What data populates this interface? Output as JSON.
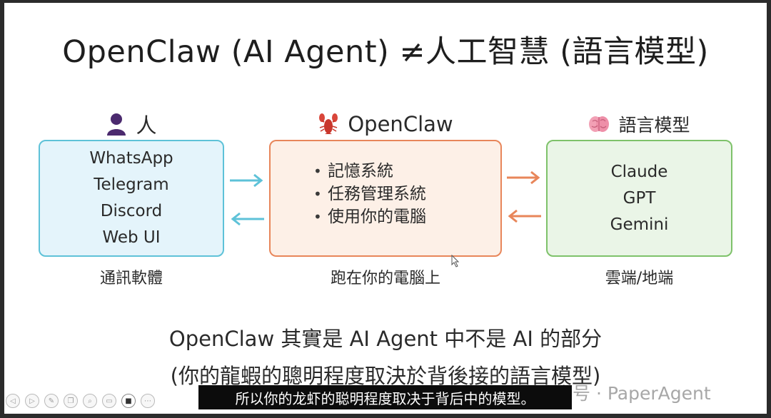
{
  "slide": {
    "title": "OpenClaw (AI Agent) ≠人工智慧 (語言模型)",
    "columns": {
      "left": {
        "heading": "人",
        "icon": "person-icon",
        "items": [
          "WhatsApp",
          "Telegram",
          "Discord",
          "Web UI"
        ],
        "below": "通訊軟體"
      },
      "middle": {
        "heading": "OpenClaw",
        "icon": "lobster-icon",
        "bullet": "•",
        "items": [
          "記憶系統",
          "任務管理系統",
          "使用你的電腦"
        ],
        "below": "跑在你的電腦上"
      },
      "right": {
        "heading": "語言模型",
        "icon": "brain-icon",
        "items": [
          "Claude",
          "GPT",
          "Gemini"
        ],
        "below": "雲端/地端"
      }
    },
    "summary_line1": "OpenClaw 其實是 AI Agent 中不是 AI 的部分",
    "summary_line2": "(你的龍蝦的聰明程度取決於背後接的語言模型)"
  },
  "colors": {
    "left_fill": "#e4f4fb",
    "left_border": "#5ec2d8",
    "middle_fill": "#fdf0e7",
    "middle_border": "#e8865a",
    "right_fill": "#eaf5e7",
    "right_border": "#7ec26a"
  },
  "subtitle": "所以你的龙虾的聪明程度取决于背后中的模型。",
  "watermark": "公众号 · PaperAgent",
  "toolbar": {
    "icons": [
      "prev-icon",
      "next-icon",
      "pen-icon",
      "copy-icon",
      "zoom-icon",
      "screen-icon",
      "video-icon",
      "more-icon"
    ]
  }
}
